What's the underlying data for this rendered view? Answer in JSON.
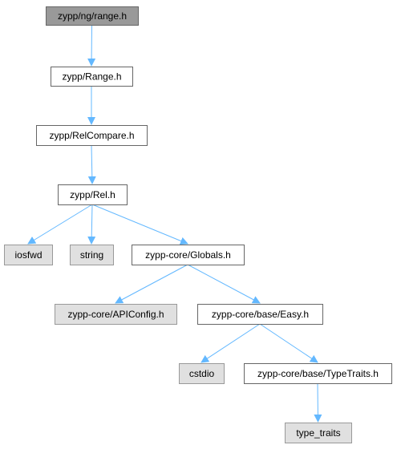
{
  "colors": {
    "edge": "#63b8ff",
    "node_fill": "#ffffff",
    "node_stroke": "#666666",
    "root_fill": "#999999",
    "external_fill": "#e0e0e0",
    "external_stroke": "#999999"
  },
  "nodes": [
    {
      "id": "range-ng",
      "label": "zypp/ng/range.h",
      "kind": "root"
    },
    {
      "id": "range",
      "label": "zypp/Range.h",
      "kind": "file"
    },
    {
      "id": "relcompare",
      "label": "zypp/RelCompare.h",
      "kind": "file"
    },
    {
      "id": "rel",
      "label": "zypp/Rel.h",
      "kind": "file"
    },
    {
      "id": "iosfwd",
      "label": "iosfwd",
      "kind": "external"
    },
    {
      "id": "string",
      "label": "string",
      "kind": "external"
    },
    {
      "id": "globals",
      "label": "zypp-core/Globals.h",
      "kind": "file"
    },
    {
      "id": "apiconfig",
      "label": "zypp-core/APIConfig.h",
      "kind": "external"
    },
    {
      "id": "easy",
      "label": "zypp-core/base/Easy.h",
      "kind": "file"
    },
    {
      "id": "cstdio",
      "label": "cstdio",
      "kind": "external"
    },
    {
      "id": "typetraits",
      "label": "zypp-core/base/TypeTraits.h",
      "kind": "file"
    },
    {
      "id": "type-traits",
      "label": "type_traits",
      "kind": "external"
    }
  ],
  "edges": [
    {
      "from": "range-ng",
      "to": "range"
    },
    {
      "from": "range",
      "to": "relcompare"
    },
    {
      "from": "relcompare",
      "to": "rel"
    },
    {
      "from": "rel",
      "to": "iosfwd"
    },
    {
      "from": "rel",
      "to": "string"
    },
    {
      "from": "rel",
      "to": "globals"
    },
    {
      "from": "globals",
      "to": "apiconfig"
    },
    {
      "from": "globals",
      "to": "easy"
    },
    {
      "from": "easy",
      "to": "cstdio"
    },
    {
      "from": "easy",
      "to": "typetraits"
    },
    {
      "from": "typetraits",
      "to": "type-traits"
    }
  ]
}
